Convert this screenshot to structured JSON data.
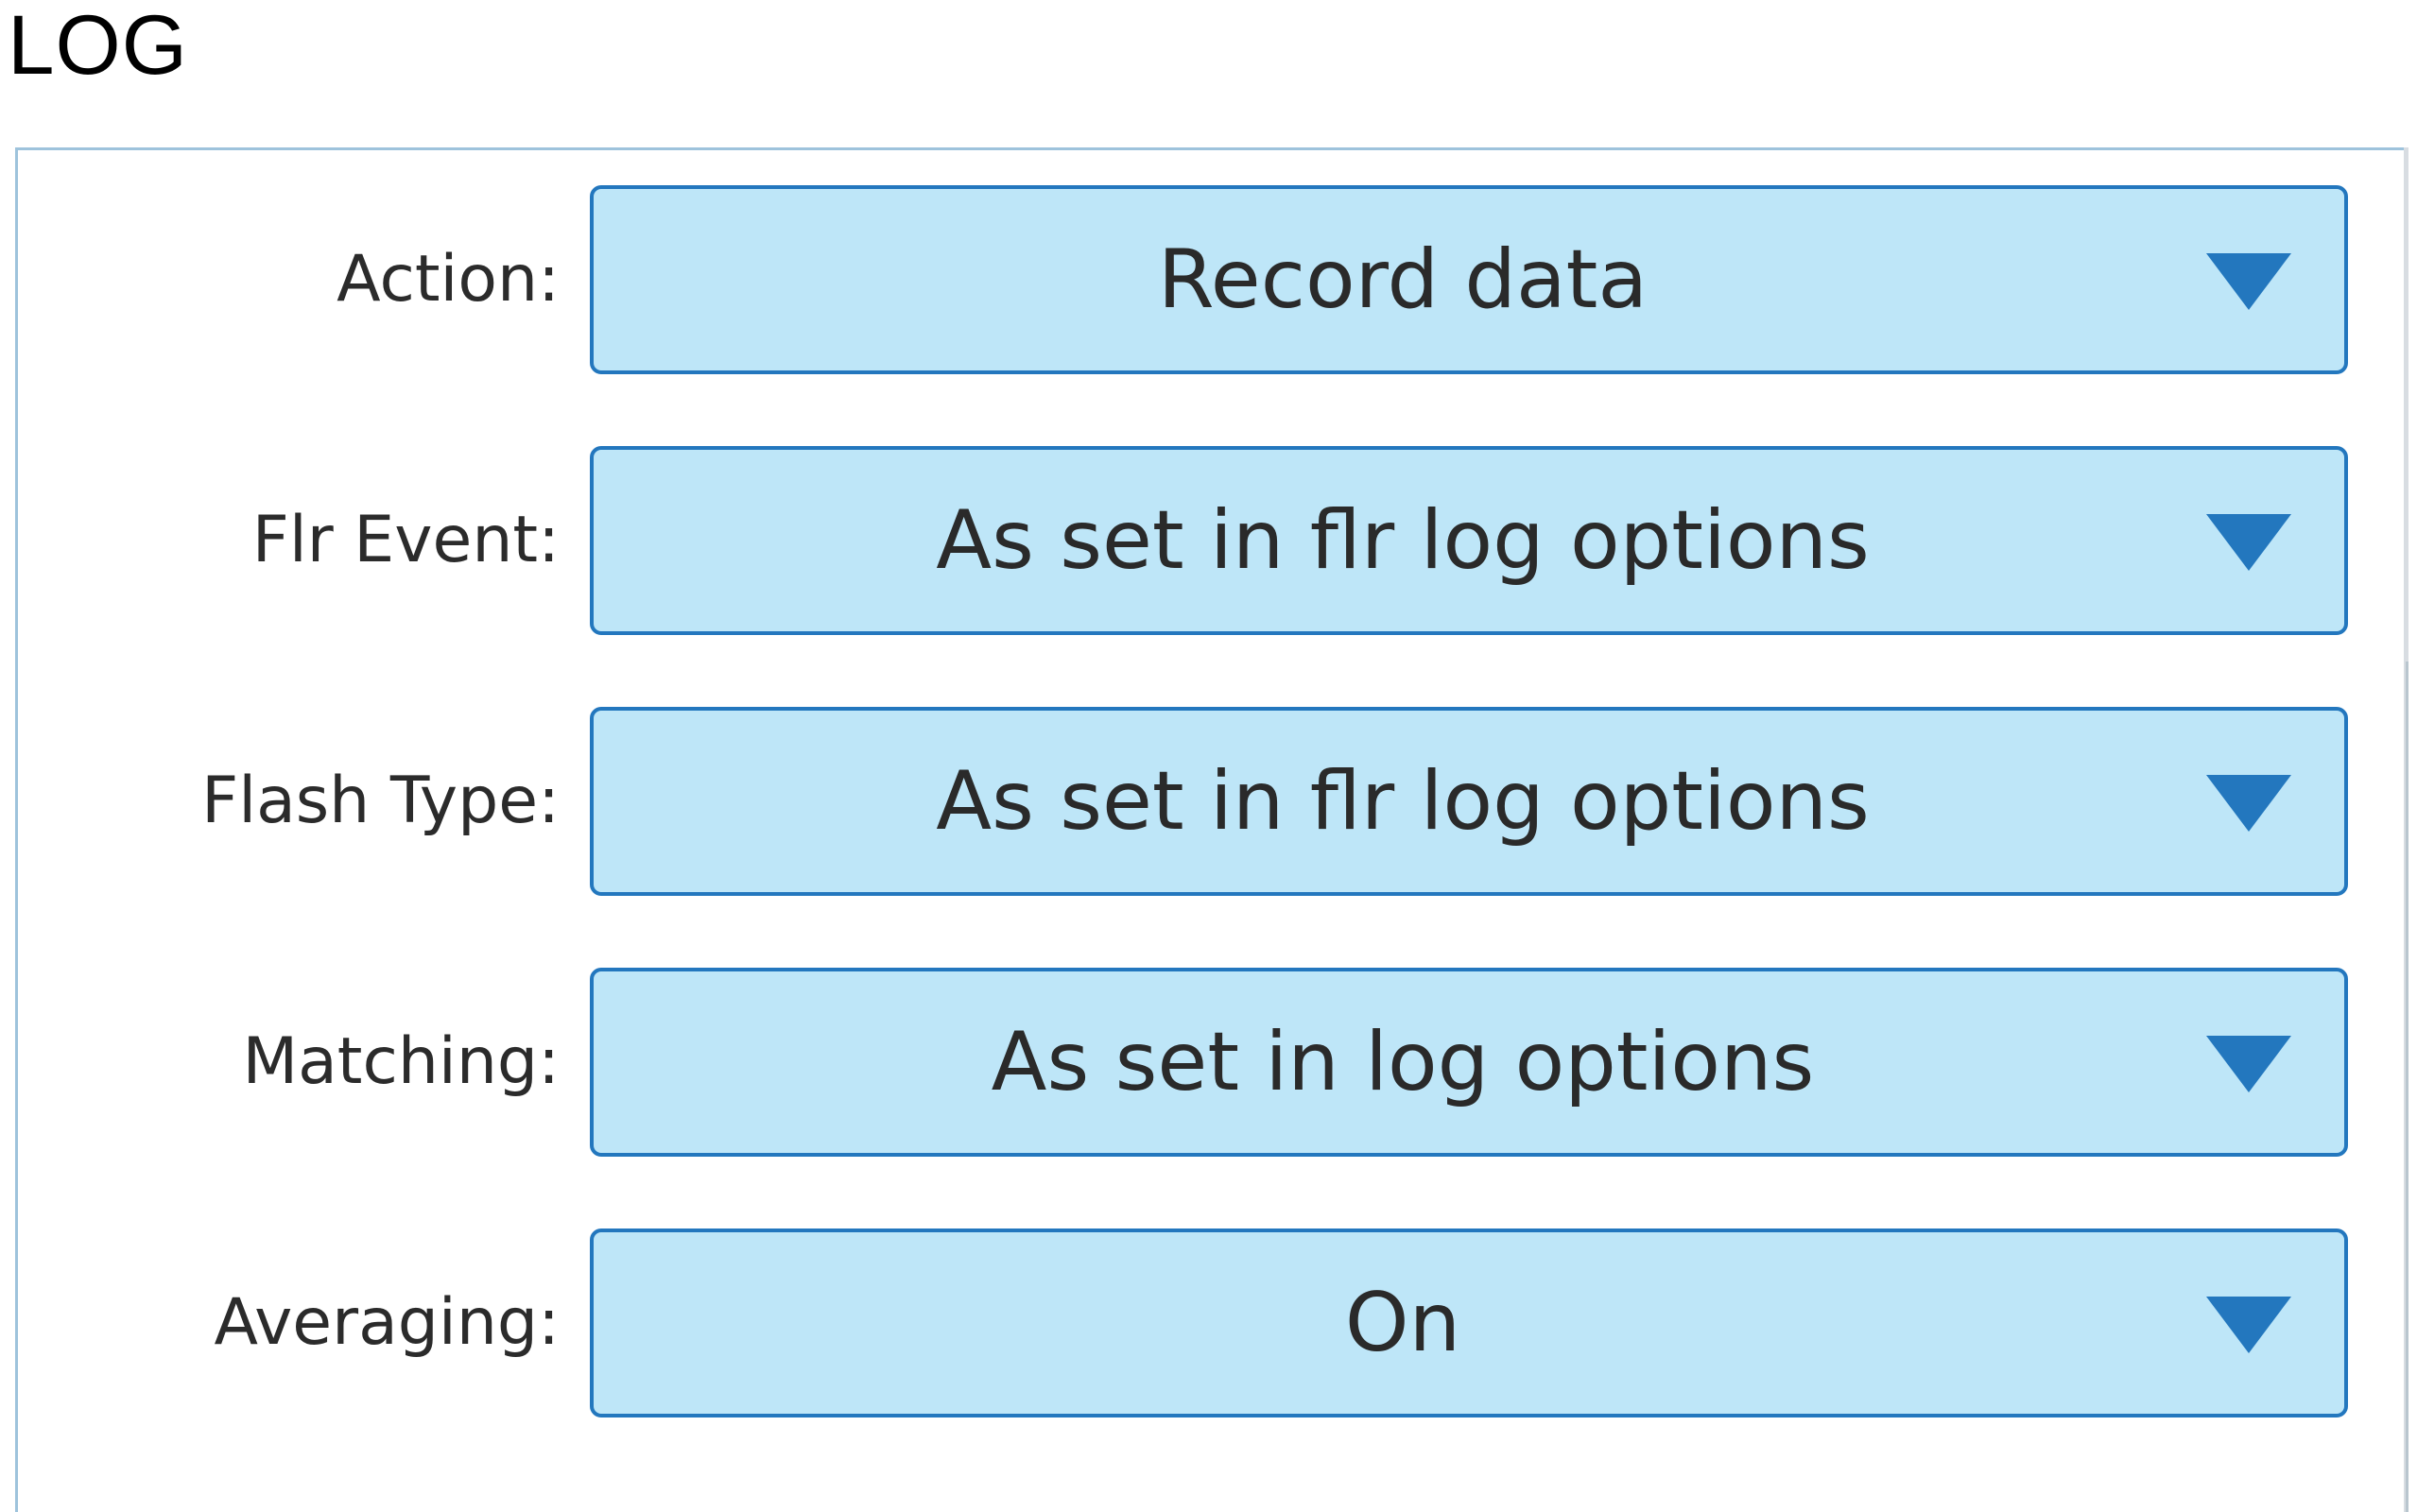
{
  "heading": "LOG",
  "fields": [
    {
      "label": "Action:",
      "value": "Record data",
      "icon": "triangle-down-icon"
    },
    {
      "label": "Flr Event:",
      "value": "As set in flr log options",
      "icon": "triangle-down-icon"
    },
    {
      "label": "Flash Type:",
      "value": "As set in flr log options",
      "icon": "triangle-down-icon"
    },
    {
      "label": "Matching:",
      "value": "As set in log options",
      "icon": "triangle-down-icon"
    },
    {
      "label": "Averaging:",
      "value": "On",
      "icon": "triangle-down-icon"
    }
  ],
  "colors": {
    "dropdown_fill": "#bee6f8",
    "dropdown_border": "#2377be",
    "arrow": "#2377be",
    "panel_border": "#9ec3dc",
    "label_text": "#2b2b2b"
  }
}
